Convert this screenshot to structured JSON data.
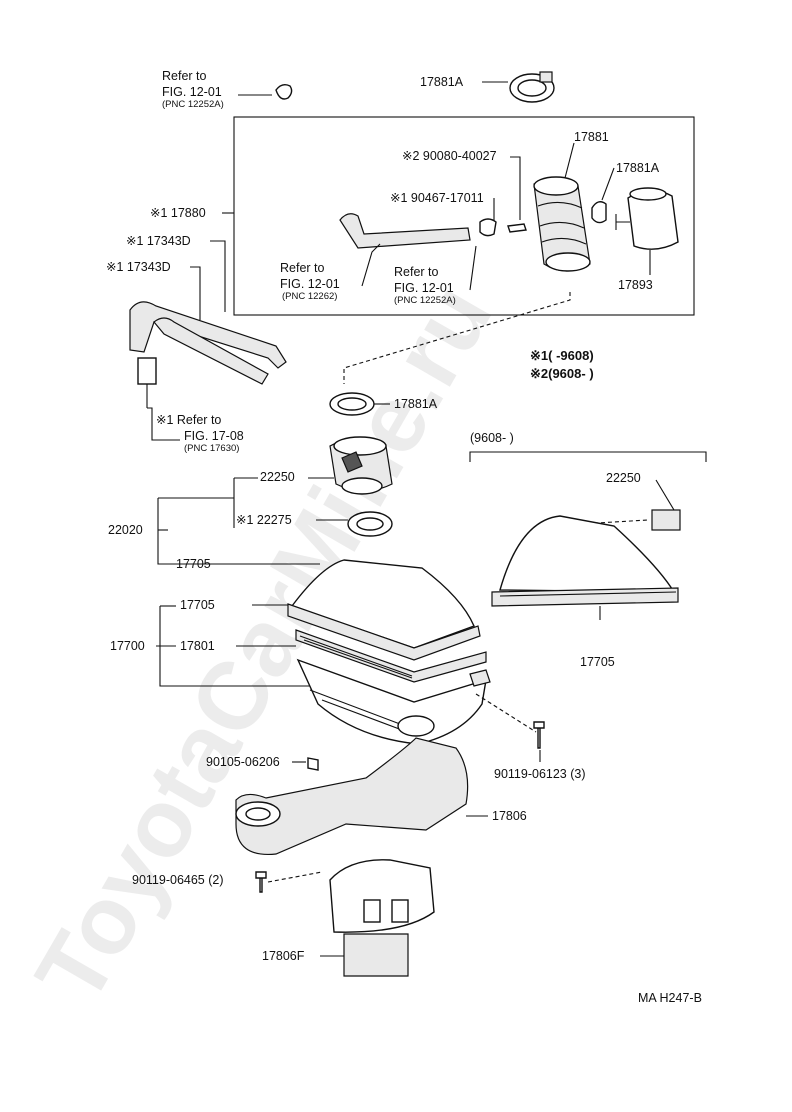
{
  "watermark": "ToyotaCarMine.ru",
  "diagram_code": "MA  H247-B",
  "legend": {
    "note1": "※1(      -9608)",
    "note2": "※2(9608-        )",
    "variant_header": "(9608-        )"
  },
  "refs": {
    "top_left": {
      "line1": "Refer  to",
      "line2": "FIG.  12-01",
      "line3": "(PNC  12252A)"
    },
    "mid_left": {
      "line1": "Refer  to",
      "line2": "FIG.  12-01",
      "line3": "(PNC  12262)"
    },
    "mid_right": {
      "line1": "Refer  to",
      "line2": "FIG.  12-01",
      "line3": "(PNC  12252A)"
    },
    "vsv": {
      "line1": "※1 Refer  to",
      "line2": "FIG.  17-08",
      "line3": "(PNC  17630)"
    }
  },
  "parts": {
    "p17881A_top": "17881A",
    "p17881": "17881",
    "p17881A_box": "17881A",
    "p17893": "17893",
    "p90080": "※2 90080-40027",
    "p90467": "※1 90467-17011",
    "p17880": "※1 17880",
    "p17343D_a": "※1 17343D",
    "p17343D_b": "※1 17343D",
    "p17881A_mid": "17881A",
    "p22250_left": "22250",
    "p22275": "※1 22275",
    "p22020": "22020",
    "p17705_a": "17705",
    "p17705_b": "17705",
    "p17700": "17700",
    "p17801": "17801",
    "p22250_right": "22250",
    "p17705_right": "17705",
    "p90105": "90105-06206",
    "p90119_a": "90119-06123 (3)",
    "p17806": "17806",
    "p90119_b": "90119-06465 (2)",
    "p17806F": "17806F"
  }
}
